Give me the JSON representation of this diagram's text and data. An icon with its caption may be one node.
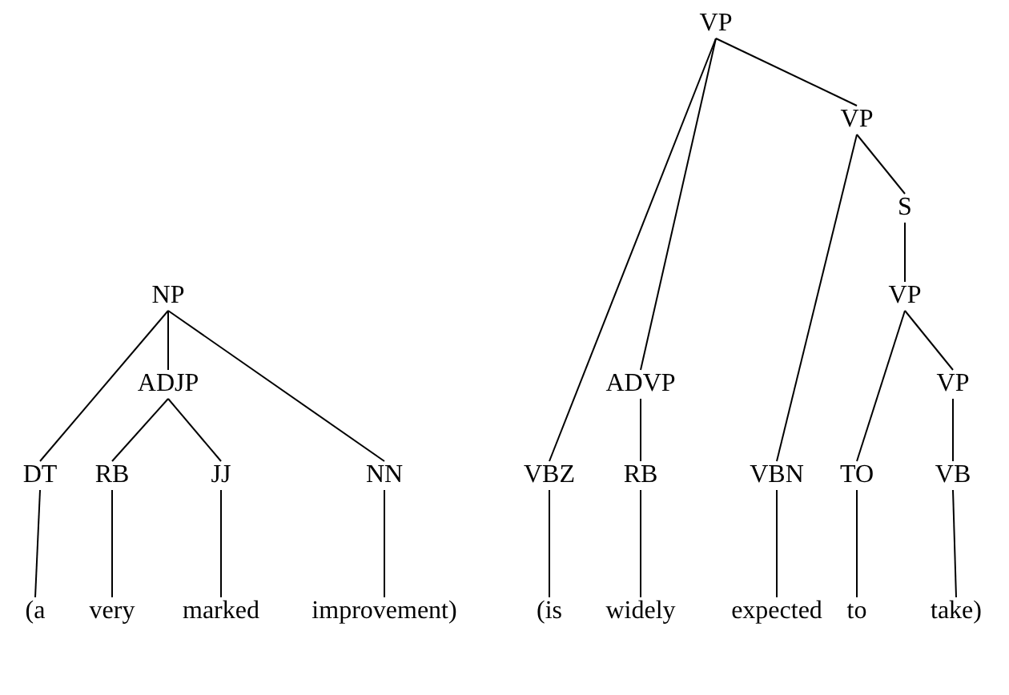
{
  "diagram": {
    "nodes": [
      {
        "text": [
          "NP"
        ]
      },
      {
        "text": [
          "DT"
        ]
      },
      {
        "text": [
          "ADJP"
        ]
      },
      {
        "text": [
          "RB"
        ]
      },
      {
        "text": [
          "JJ"
        ]
      },
      {
        "text": [
          "NN"
        ]
      },
      {
        "text": [
          "(a"
        ]
      },
      {
        "text": [
          "very"
        ]
      },
      {
        "text": [
          "marked"
        ]
      },
      {
        "text": [
          "improvement)"
        ]
      },
      {
        "text": [
          "VP"
        ]
      },
      {
        "text": [
          "VP"
        ]
      },
      {
        "text": [
          "S"
        ]
      },
      {
        "text": [
          "VP"
        ]
      },
      {
        "text": [
          "VBZ"
        ]
      },
      {
        "text": [
          "ADVP"
        ]
      },
      {
        "text": [
          "RB"
        ]
      },
      {
        "text": [
          "VBN"
        ]
      },
      {
        "text": [
          "TO"
        ]
      },
      {
        "text": [
          "VP"
        ]
      },
      {
        "text": [
          "VB"
        ]
      },
      {
        "text": [
          "(is"
        ]
      },
      {
        "text": [
          "widely"
        ]
      },
      {
        "text": [
          "expected"
        ]
      },
      {
        "text": [
          "to"
        ]
      },
      {
        "text": [
          "take)"
        ]
      }
    ],
    "edges": [
      {
        "from": 0,
        "to": 1,
        "arrow": "none"
      },
      {
        "from": 0,
        "to": 2,
        "arrow": "none"
      },
      {
        "from": 0,
        "to": 5,
        "arrow": "none"
      },
      {
        "from": 2,
        "to": 3,
        "arrow": "none"
      },
      {
        "from": 2,
        "to": 4,
        "arrow": "none"
      },
      {
        "from": 1,
        "to": 6,
        "arrow": "none"
      },
      {
        "from": 3,
        "to": 7,
        "arrow": "none"
      },
      {
        "from": 4,
        "to": 8,
        "arrow": "none"
      },
      {
        "from": 5,
        "to": 9,
        "arrow": "none"
      },
      {
        "from": 10,
        "to": 14,
        "arrow": "none"
      },
      {
        "from": 10,
        "to": 15,
        "arrow": "none"
      },
      {
        "from": 10,
        "to": 11,
        "arrow": "none"
      },
      {
        "from": 11,
        "to": 17,
        "arrow": "none"
      },
      {
        "from": 11,
        "to": 12,
        "arrow": "none"
      },
      {
        "from": 12,
        "to": 13,
        "arrow": "none"
      },
      {
        "from": 13,
        "to": 18,
        "arrow": "none"
      },
      {
        "from": 13,
        "to": 19,
        "arrow": "none"
      },
      {
        "from": 15,
        "to": 16,
        "arrow": "none"
      },
      {
        "from": 19,
        "to": 20,
        "arrow": "none"
      },
      {
        "from": 14,
        "to": 21,
        "arrow": "none"
      },
      {
        "from": 16,
        "to": 22,
        "arrow": "none"
      },
      {
        "from": 17,
        "to": 23,
        "arrow": "none"
      },
      {
        "from": 18,
        "to": 24,
        "arrow": "none"
      },
      {
        "from": 20,
        "to": 25,
        "arrow": "none"
      }
    ]
  }
}
